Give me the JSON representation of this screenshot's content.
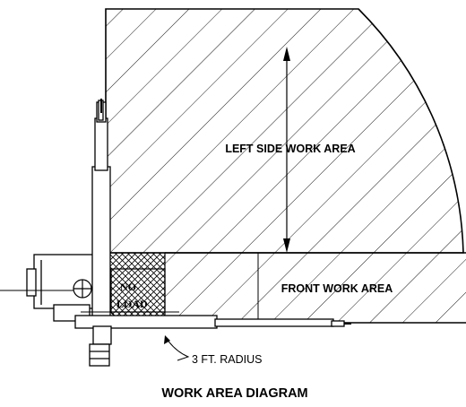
{
  "diagram": {
    "title": "WORK AREA DIAGRAM",
    "regions": {
      "left_side": "LEFT SIDE WORK AREA",
      "front": "FRONT WORK AREA",
      "no_load_line1": "NO",
      "no_load_line2": "LOAD"
    },
    "dimension": {
      "radius_label": "3 FT. RADIUS"
    }
  }
}
